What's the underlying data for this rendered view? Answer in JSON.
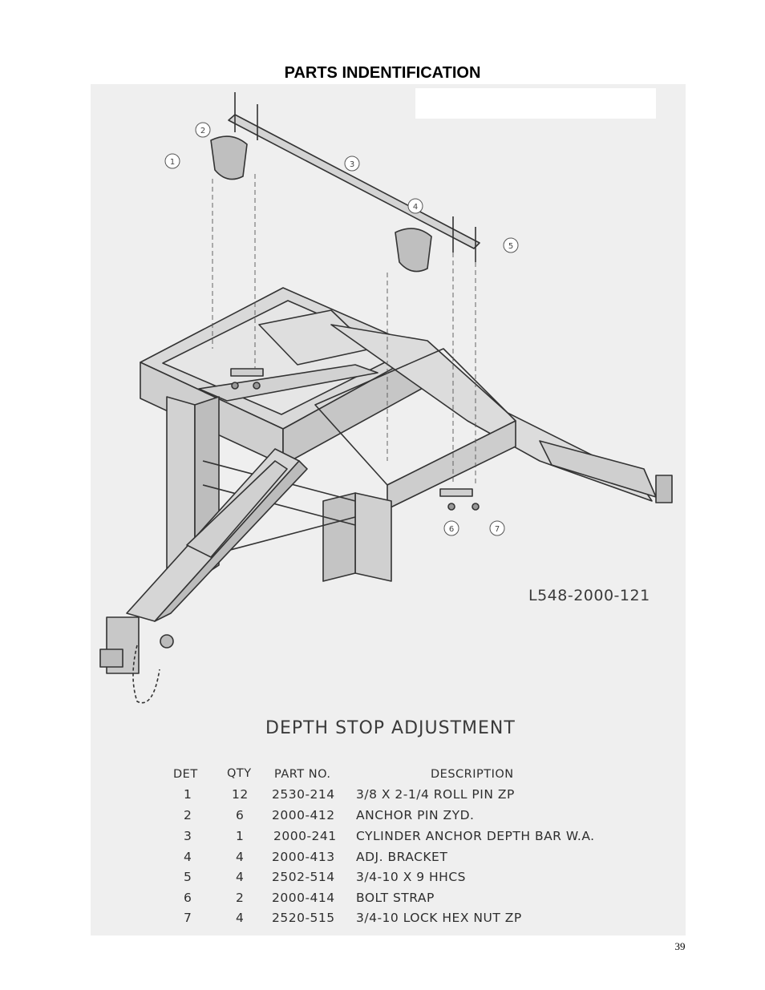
{
  "title": "PARTS INDENTIFICATION",
  "drawing_number": "L548-2000-121",
  "section_title": "DEPTH STOP ADJUSTMENT",
  "callouts": [
    "1",
    "2",
    "3",
    "4",
    "5",
    "6",
    "7"
  ],
  "table": {
    "headers": {
      "det": "DET",
      "qty": "QTY",
      "part_no": "PART NO.",
      "description": "DESCRIPTION"
    },
    "rows": [
      {
        "det": "1",
        "qty": "12",
        "part_no": "2530-214",
        "description": "3/8 X 2-1/4 ROLL PIN ZP"
      },
      {
        "det": "2",
        "qty": "6",
        "part_no": "2000-412",
        "description": "ANCHOR PIN ZYD."
      },
      {
        "det": "3",
        "qty": "1",
        "part_no": "2000-241",
        "description": "CYLINDER ANCHOR DEPTH BAR W.A."
      },
      {
        "det": "4",
        "qty": "4",
        "part_no": "2000-413",
        "description": "ADJ. BRACKET"
      },
      {
        "det": "5",
        "qty": "4",
        "part_no": "2502-514",
        "description": "3/4-10 X 9 HHCS"
      },
      {
        "det": "6",
        "qty": "2",
        "part_no": "2000-414",
        "description": "BOLT STRAP"
      },
      {
        "det": "7",
        "qty": "4",
        "part_no": "2520-515",
        "description": "3/4-10 LOCK HEX NUT ZP"
      }
    ]
  },
  "page_number": "39"
}
